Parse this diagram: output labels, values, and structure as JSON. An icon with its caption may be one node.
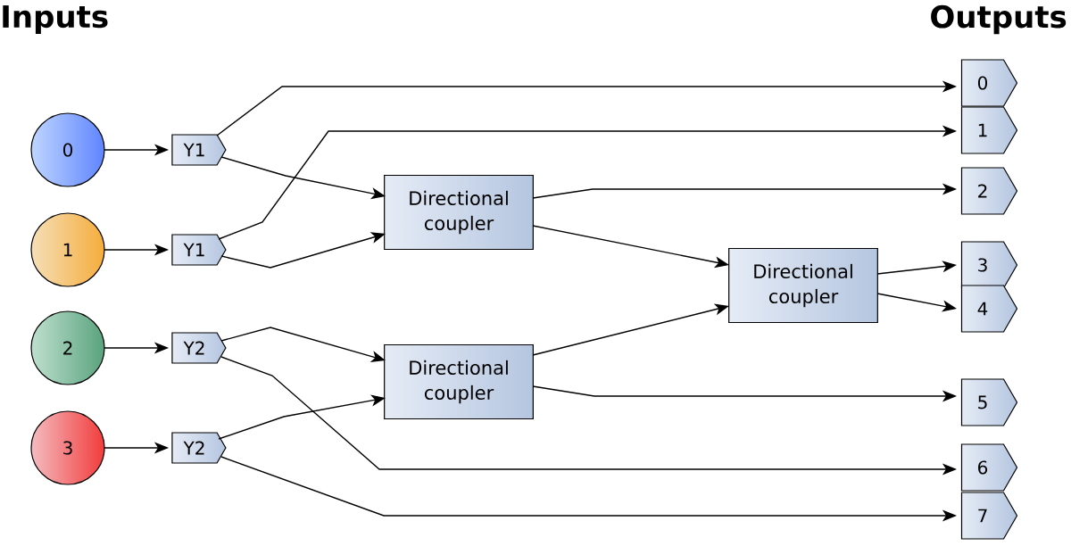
{
  "diagram": {
    "nodes": [
      {
        "text": [
          "0"
        ]
      },
      {
        "text": [
          "1"
        ]
      },
      {
        "text": [
          "2"
        ]
      },
      {
        "text": [
          "3"
        ]
      },
      {
        "text": [
          "Y1"
        ]
      },
      {
        "text": [
          "Y1"
        ]
      },
      {
        "text": [
          "Y2"
        ]
      },
      {
        "text": [
          "Y2"
        ]
      },
      {
        "text": [
          "Directional coupler"
        ]
      },
      {
        "text": [
          "Directional coupler"
        ]
      },
      {
        "text": [
          "Directional coupler"
        ]
      },
      {
        "text": [
          "0"
        ]
      },
      {
        "text": [
          "1"
        ]
      },
      {
        "text": [
          "2"
        ]
      },
      {
        "text": [
          "3"
        ]
      },
      {
        "text": [
          "4"
        ]
      },
      {
        "text": [
          "5"
        ]
      },
      {
        "text": [
          "6"
        ]
      },
      {
        "text": [
          "7"
        ]
      }
    ],
    "edges": [
      {
        "from": 0,
        "to": 4,
        "arrow": "to"
      },
      {
        "from": 1,
        "to": 5,
        "arrow": "to"
      },
      {
        "from": 2,
        "to": 6,
        "arrow": "to"
      },
      {
        "from": 3,
        "to": 7,
        "arrow": "to"
      },
      {
        "from": 4,
        "to": 11,
        "arrow": "to"
      },
      {
        "from": 4,
        "to": 8,
        "arrow": "to"
      },
      {
        "from": 5,
        "to": 12,
        "arrow": "to"
      },
      {
        "from": 5,
        "to": 8,
        "arrow": "to"
      },
      {
        "from": 6,
        "to": 9,
        "arrow": "to"
      },
      {
        "from": 6,
        "to": 17,
        "arrow": "to"
      },
      {
        "from": 7,
        "to": 9,
        "arrow": "to"
      },
      {
        "from": 7,
        "to": 18,
        "arrow": "to"
      },
      {
        "from": 8,
        "to": 13,
        "arrow": "to"
      },
      {
        "from": 8,
        "to": 10,
        "arrow": "to"
      },
      {
        "from": 9,
        "to": 10,
        "arrow": "to"
      },
      {
        "from": 9,
        "to": 16,
        "arrow": "to"
      },
      {
        "from": 10,
        "to": 14,
        "arrow": "to"
      },
      {
        "from": 10,
        "to": 15,
        "arrow": "to"
      }
    ],
    "labels": [
      "Inputs",
      "Outputs"
    ]
  }
}
